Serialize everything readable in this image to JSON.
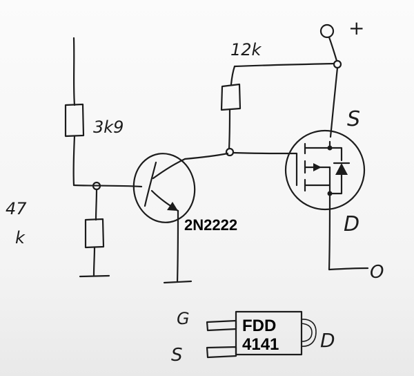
{
  "labels": {
    "r_collector": "12k",
    "r_base_top": "3k9",
    "r_base_bottom_line1": "47",
    "r_base_bottom_line2": "k",
    "plus": "+",
    "source": "S",
    "drain": "D",
    "output": "O",
    "transistor": "2N2222",
    "package_gate": "G",
    "package_source": "S",
    "package_drain": "D",
    "package_line1": "FDD",
    "package_line2": "4141"
  },
  "colors": {
    "ink": "#1c1c1c",
    "paper": "#ffffff"
  }
}
